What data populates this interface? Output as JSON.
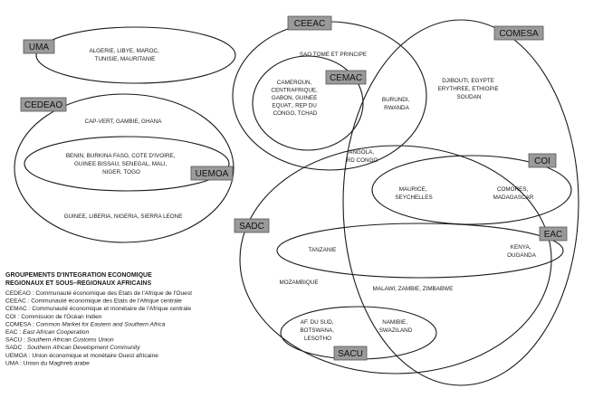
{
  "colors": {
    "tag_fill": "#9a9a9a",
    "line": "#1a1a1a"
  },
  "tags": {
    "uma": "UMA",
    "cedeao": "CEDEAO",
    "uemoa": "UEMOA",
    "ceeac": "CEEAC",
    "cemac": "CEMAC",
    "comesa": "COMESA",
    "coi": "COI",
    "eac": "EAC",
    "sadc": "SADC",
    "sacu": "SACU"
  },
  "labels": {
    "uma": [
      "ALGERIE, LIBYE, MAROC,",
      "TUNISIE, MAURITANIE"
    ],
    "cedeao_top": [
      "CAP-VERT, GAMBIE, GHANA"
    ],
    "uemoa": [
      "BENIN, BURKINA FASO, COTE D'IVOIRE,",
      "GUINEE BISSAU, SENEGAL, MALI,",
      "NIGER, TOGO"
    ],
    "cedeao_bottom": [
      "GUINEE, LIBERIA, NIGERIA, SIERRA LEONE"
    ],
    "sao_tome": [
      "SAO TOME ET PRINCIPE"
    ],
    "cemac": [
      "CAMEROUN,",
      "CENTRAFRIQUE,",
      "GABON, GUINEE",
      "EQUAT., REP DU",
      "CONGO, TCHAD"
    ],
    "burundi": [
      "BURUNDI,",
      "RWANDA"
    ],
    "djibouti": [
      "DJIBOUTI, EGYPTE",
      "ERYTHREE, ETHIOPIE",
      "SOUDAN"
    ],
    "angola": [
      "ANGOLA,",
      "RD CONGO"
    ],
    "maurice": [
      "MAURICE,",
      "SEYCHELLES"
    ],
    "comores": [
      "COMORES,",
      "MADAGASCAR"
    ],
    "tanzanie": [
      "TANZANIE"
    ],
    "kenya": [
      "KENYA,",
      "OUGANDA"
    ],
    "mozambique": [
      "MOZAMBIQUE"
    ],
    "malawi": [
      "MALAWI, ZAMBIE, ZIMBABWE"
    ],
    "afsud": [
      "AF. DU SUD,",
      "BOTSWANA,",
      "LESOTHO"
    ],
    "namibie": [
      "NAMIBIE,",
      "SWAZILAND"
    ]
  },
  "legend": {
    "title": [
      "GROUPEMENTS D'INTEGRATION ECONOMIQUE",
      "REGIONAUX ET SOUS–REGIONAUX AFRICAINS"
    ],
    "items": [
      {
        "abbr": "CEDEAO",
        "text": "Communauté économique des Etats de l'Afrique de l'Ouest",
        "italic": false
      },
      {
        "abbr": "CEEAC",
        "text": "Communauté économique des Etats de l'Afrique centrale",
        "italic": false
      },
      {
        "abbr": "CEMAC",
        "text": "Communauté économique et monétaire de l'Afrique centrale",
        "italic": false
      },
      {
        "abbr": "COI",
        "text": "Commission de l'Océan Indien",
        "italic": false
      },
      {
        "abbr": "COMESA",
        "text": "Common Market for Eastern and Southern Africa",
        "italic": true
      },
      {
        "abbr": "EAC",
        "text": "East African Cooperation",
        "italic": true
      },
      {
        "abbr": "SACU",
        "text": "Southern African Customs Union",
        "italic": true
      },
      {
        "abbr": "SADC",
        "text": "Southern African Development Community",
        "italic": true
      },
      {
        "abbr": "UEMOA",
        "text": "Union économique et monétaire Ouest africaine",
        "italic": false
      },
      {
        "abbr": "UMA",
        "text": "Union du Maghreb arabe",
        "italic": false
      }
    ]
  }
}
